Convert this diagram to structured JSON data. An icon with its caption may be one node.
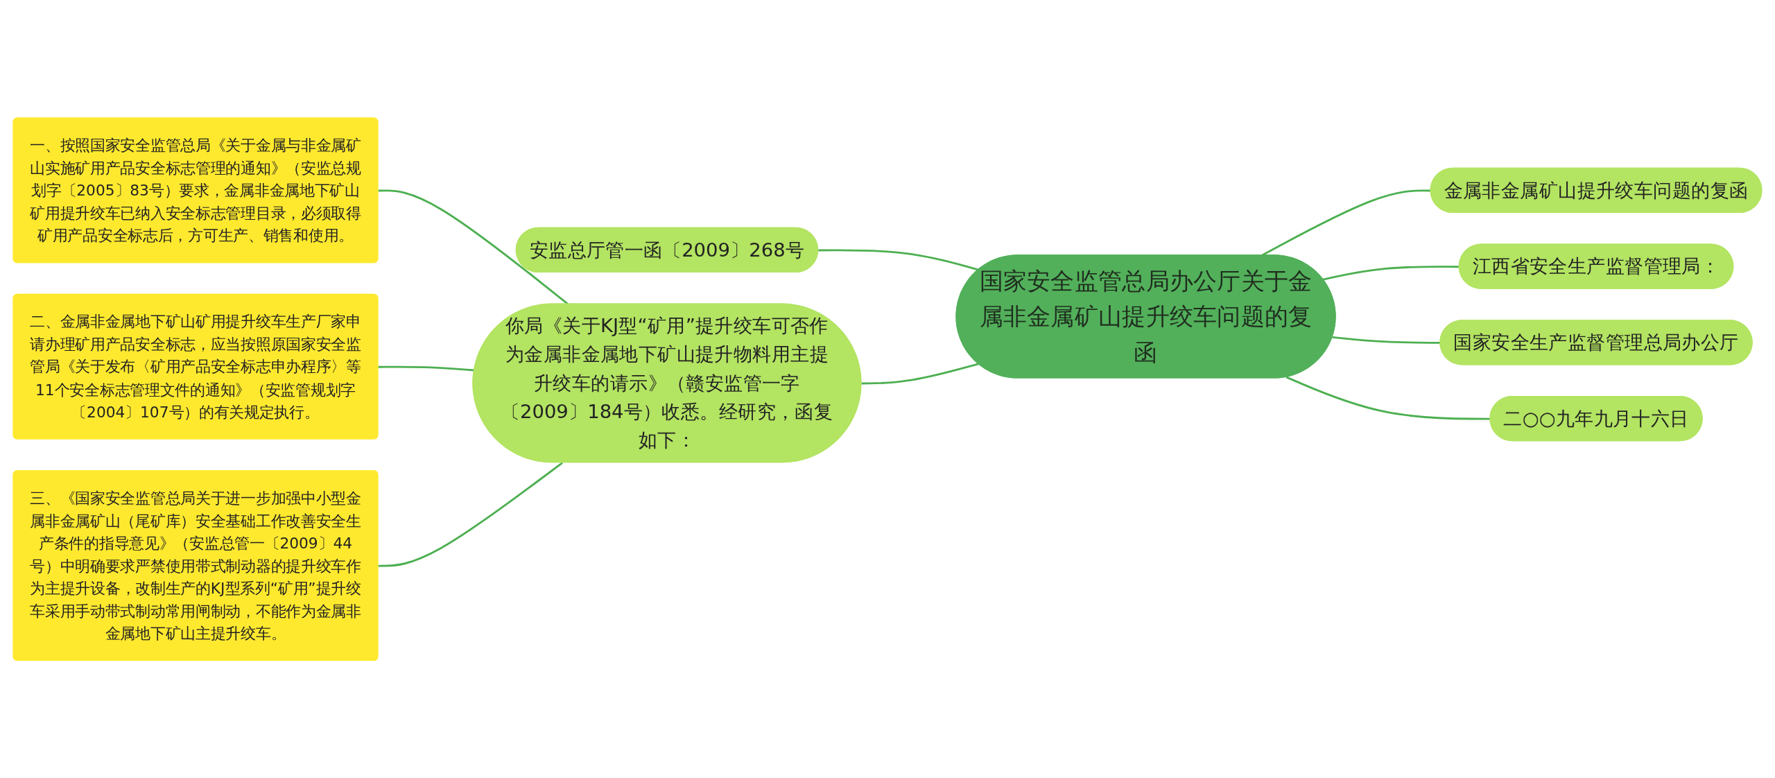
{
  "diagram": {
    "nodes": [
      {
        "text": [
          "国家安全监管总局办公厅关于金属非金属矿山提升绞车问题的复函"
        ]
      },
      {
        "text": [
          "安监总厅管一函〔2009〕268号"
        ]
      },
      {
        "text": [
          "你局《关于KJ型“矿用”提升绞车可否作为金属非金属地下矿山提升物料用主提升绞车的请示》（赣安监管一字〔2009〕184号）收悉。经研究，函复如下："
        ]
      },
      {
        "text": [
          "一、按照国家安全监管总局《关于金属与非金属矿山实施矿用产品安全标志管理的通知》（安监总规划字〔2005〕83号）要求，金属非金属地下矿山矿用提升绞车已纳入安全标志管理目录，必须取得矿用产品安全标志后，方可生产、销售和使用。"
        ]
      },
      {
        "text": [
          "二、金属非金属地下矿山矿用提升绞车生产厂家申请办理矿用产品安全标志，应当按照原国家安全监管局《关于发布〈矿用产品安全标志申办程序〉等11个安全标志管理文件的通知》（安监管规划字〔2004〕107号）的有关规定执行。"
        ]
      },
      {
        "text": [
          "三、《国家安全监管总局关于进一步加强中小型金属非金属矿山（尾矿库）安全基础工作改善安全生产条件的指导意见》（安监总管一〔2009〕44号）中明确要求严禁使用带式制动器的提升绞车作为主提升设备，改制生产的KJ型系列“矿用”提升绞车采用手动带式制动常用闸制动，不能作为金属非金属地下矿山主提升绞车。"
        ]
      },
      {
        "text": [
          "金属非金属矿山提升绞车问题的复函"
        ]
      },
      {
        "text": [
          "江西省安全生产监督管理局："
        ]
      },
      {
        "text": [
          "国家安全生产监督管理总局办公厅"
        ]
      },
      {
        "text": [
          "二○○九年九月十六日"
        ]
      }
    ],
    "edges": [
      {
        "from": 0,
        "to": 1,
        "arrow": "none"
      },
      {
        "from": 0,
        "to": 2,
        "arrow": "none"
      },
      {
        "from": 2,
        "to": 3,
        "arrow": "none"
      },
      {
        "from": 2,
        "to": 4,
        "arrow": "none"
      },
      {
        "from": 2,
        "to": 5,
        "arrow": "none"
      },
      {
        "from": 0,
        "to": 6,
        "arrow": "none"
      },
      {
        "from": 0,
        "to": 7,
        "arrow": "none"
      },
      {
        "from": 0,
        "to": 8,
        "arrow": "none"
      },
      {
        "from": 0,
        "to": 9,
        "arrow": "none"
      }
    ]
  }
}
